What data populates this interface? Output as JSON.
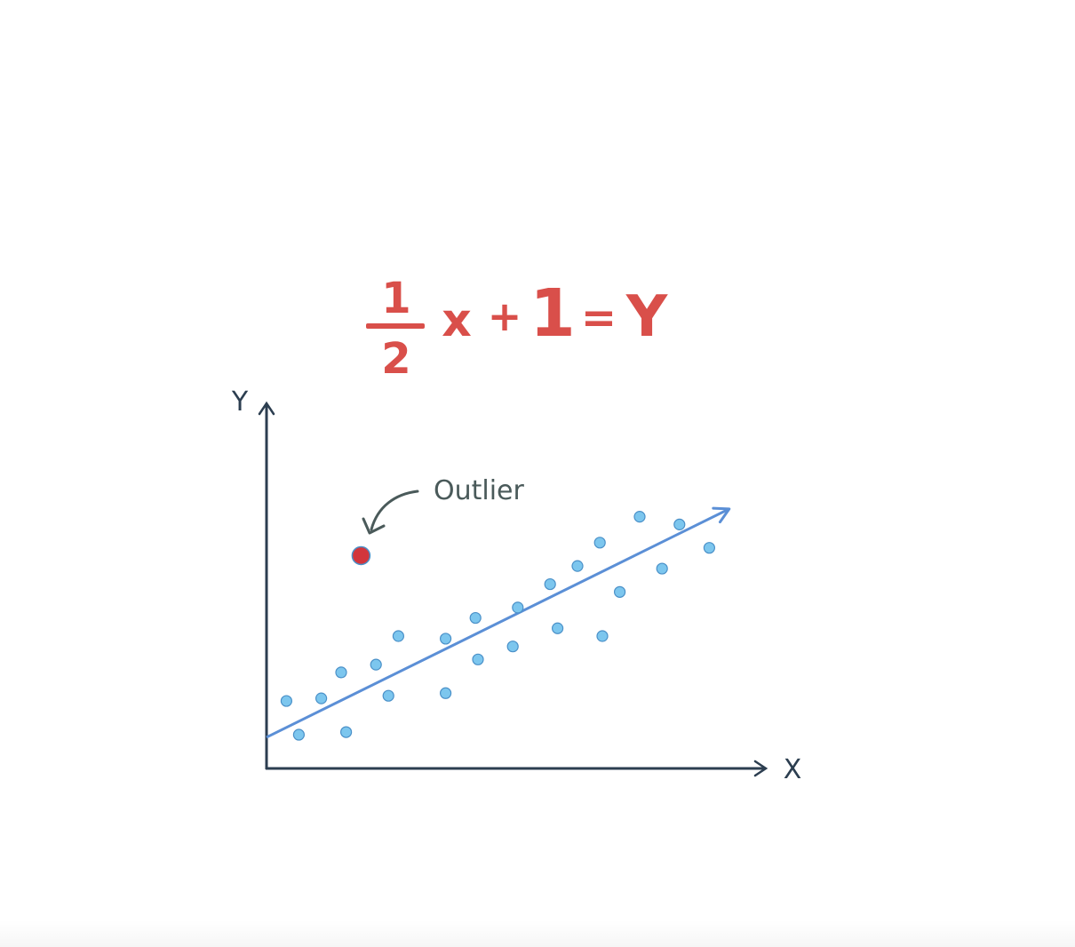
{
  "equation": {
    "numerator": "1",
    "denominator": "2",
    "variable": "x",
    "plus": "+",
    "constant": "1",
    "equals": "=",
    "result": "Y"
  },
  "colors": {
    "equation": "#d94f4a",
    "axis": "#2c3e50",
    "points": "#7cc6ee",
    "point_stroke": "#4a90c8",
    "trend_line": "#5b8fd6",
    "outlier": "#d2363c",
    "annotation": "#4a5a5a"
  },
  "chart_data": {
    "type": "scatter",
    "xlabel": "X",
    "ylabel": "Y",
    "grid": false,
    "xlim": [
      0,
      10
    ],
    "ylim": [
      0,
      7
    ],
    "points": [
      {
        "x": 0.4,
        "y": 1.3
      },
      {
        "x": 0.65,
        "y": 0.65
      },
      {
        "x": 1.1,
        "y": 1.35
      },
      {
        "x": 1.5,
        "y": 1.85
      },
      {
        "x": 1.6,
        "y": 0.7
      },
      {
        "x": 2.2,
        "y": 2.0
      },
      {
        "x": 2.45,
        "y": 1.4
      },
      {
        "x": 2.65,
        "y": 2.55
      },
      {
        "x": 3.6,
        "y": 2.5
      },
      {
        "x": 3.6,
        "y": 1.45
      },
      {
        "x": 4.2,
        "y": 2.9
      },
      {
        "x": 4.25,
        "y": 2.1
      },
      {
        "x": 4.95,
        "y": 2.35
      },
      {
        "x": 5.05,
        "y": 3.1
      },
      {
        "x": 5.7,
        "y": 3.55
      },
      {
        "x": 5.85,
        "y": 2.7
      },
      {
        "x": 6.25,
        "y": 3.9
      },
      {
        "x": 6.75,
        "y": 2.55
      },
      {
        "x": 6.7,
        "y": 4.35
      },
      {
        "x": 7.1,
        "y": 3.4
      },
      {
        "x": 7.5,
        "y": 4.85
      },
      {
        "x": 7.95,
        "y": 3.85
      },
      {
        "x": 8.3,
        "y": 4.7
      },
      {
        "x": 8.9,
        "y": 4.25
      }
    ],
    "outlier": {
      "x": 1.9,
      "y": 4.1,
      "label": "Outlier"
    },
    "trend_line": {
      "x0": 0,
      "y0": 0.6,
      "x1": 9.3,
      "y1": 5.0
    }
  }
}
